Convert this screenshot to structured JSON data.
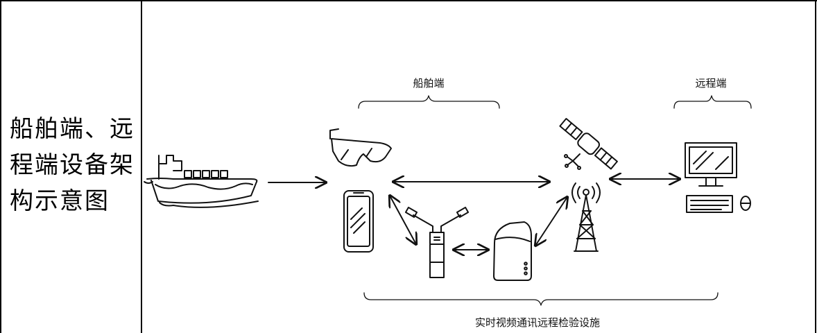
{
  "table": {
    "label_lines": [
      "船舶端、远",
      "程端设备架",
      "构示意图"
    ]
  },
  "diagram": {
    "ship_side_label": "船舶端",
    "remote_side_label": "远程端",
    "bottom_label": "实时视频通讯远程检验设施",
    "icons": [
      "ship-icon",
      "smart-glasses-icon",
      "smartphone-icon",
      "camera-transmitter-icon",
      "router-icon",
      "satellite-icon",
      "signal-tower-icon",
      "desktop-computer-icon"
    ]
  }
}
